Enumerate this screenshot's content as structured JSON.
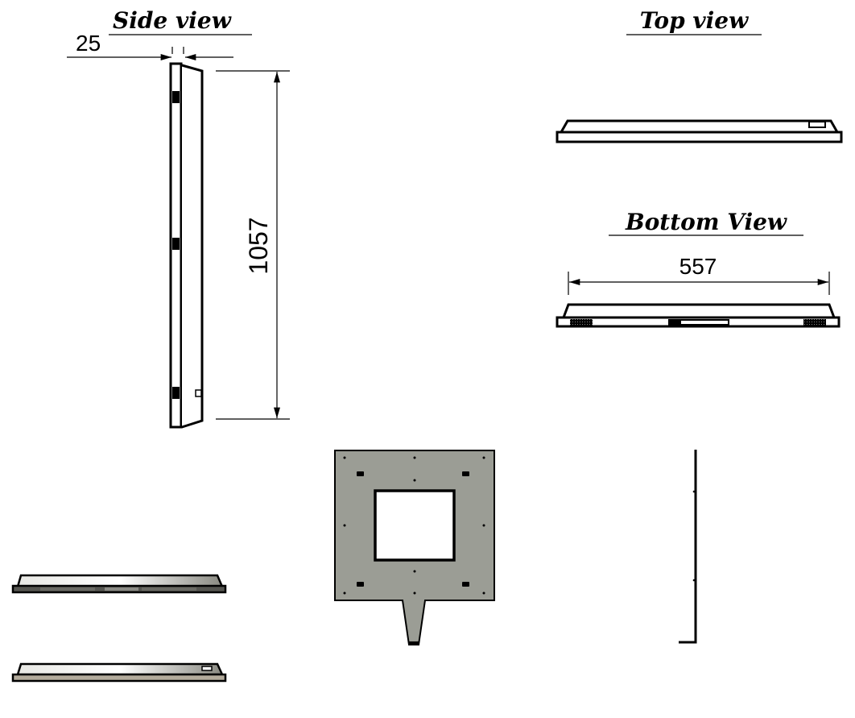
{
  "views": {
    "side_title": "Side view",
    "top_title": "Top view",
    "bottom_title": "Bottom View"
  },
  "dimensions": {
    "thickness": "25",
    "height": "1057",
    "width": "557"
  },
  "colors": {
    "plate_fill": "#9b9d95",
    "base_dark": "#555550",
    "base_tan": "#b3ab9c"
  }
}
